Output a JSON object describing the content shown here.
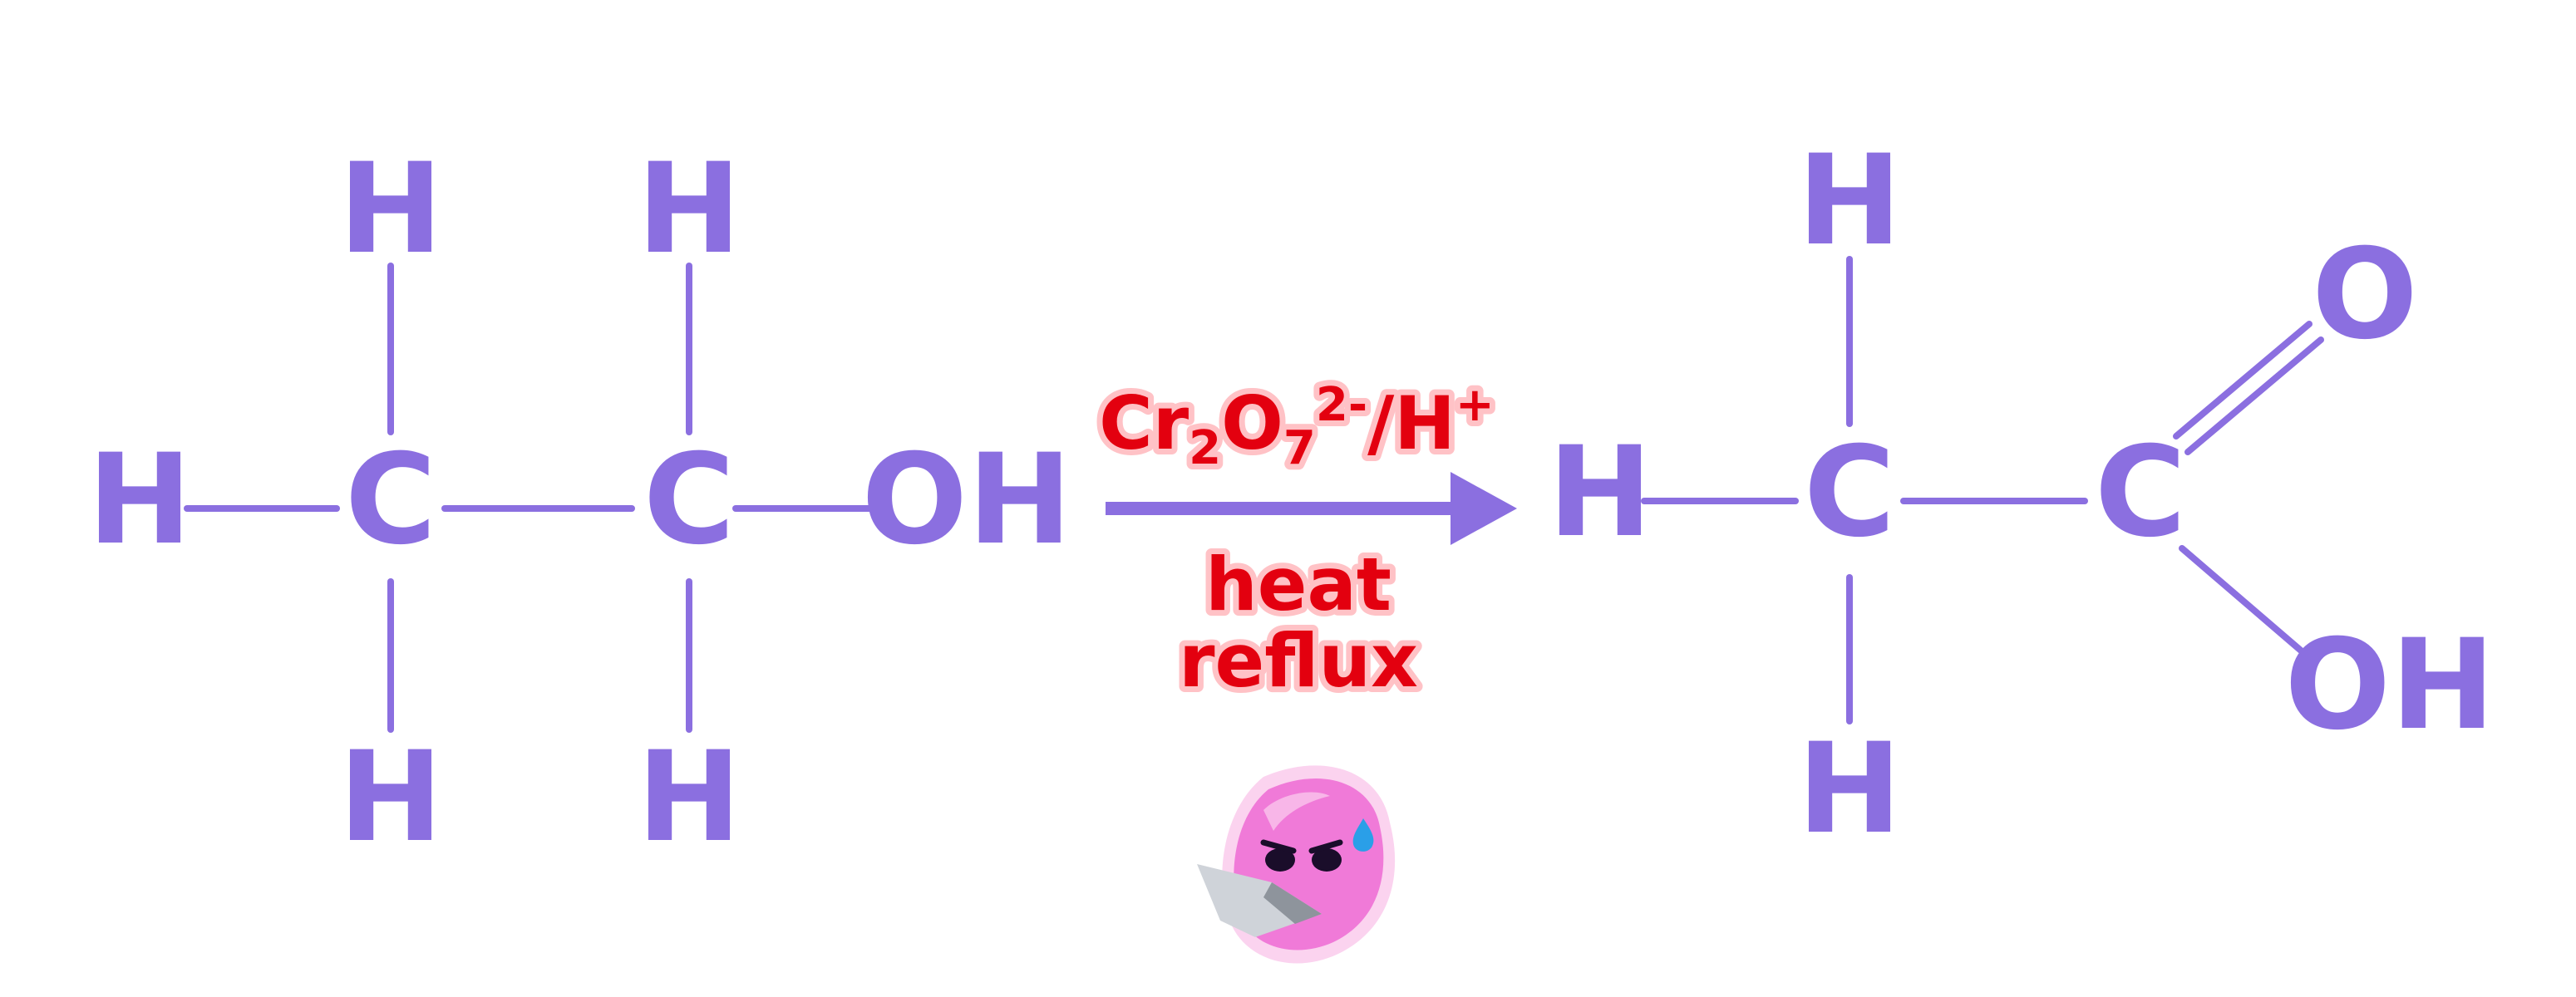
{
  "reactant": {
    "atoms": [
      "H",
      "H",
      "H",
      "C",
      "C",
      "OH",
      "H",
      "H"
    ]
  },
  "reagent": {
    "cr": "Cr",
    "sub2": "2",
    "o": "O",
    "sub7": "7",
    "charge": "2-",
    "slash_h": "/H",
    "plus": "+",
    "line1": "heat",
    "line2": "reflux"
  },
  "product": {
    "atoms": [
      "H",
      "H",
      "C",
      "C",
      "O",
      "OH",
      "H"
    ]
  },
  "colors": {
    "molecule": "#8b6fe0",
    "reagent_text": "#e3000f",
    "reagent_glow": "#ffc2c6",
    "mascot": "#f07ad8"
  },
  "icons": {
    "mascot": "pink-blob-mascot-with-laptop-icon"
  }
}
